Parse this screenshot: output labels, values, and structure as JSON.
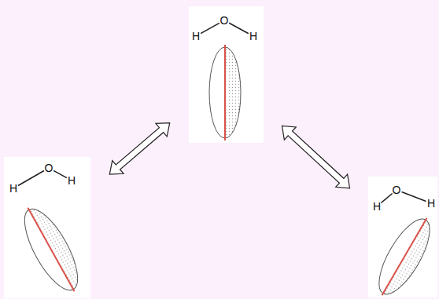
{
  "diagram": {
    "nodes": [
      {
        "text": [
          "H",
          "O",
          "H"
        ]
      },
      {
        "text": [
          "H",
          "O",
          "H"
        ]
      },
      {
        "text": [
          "H",
          "O",
          "H"
        ]
      }
    ],
    "edges": [
      {
        "from": 0,
        "to": 1,
        "arrow": "both"
      },
      {
        "from": 0,
        "to": 2,
        "arrow": "both"
      }
    ]
  }
}
